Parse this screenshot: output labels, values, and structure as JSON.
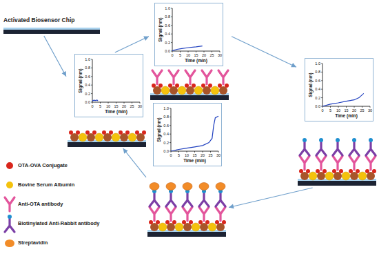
{
  "diagram": {
    "nodes": [
      {
        "text": [
          "Activated Biosensor Chip"
        ]
      },
      {
        "text": [
          "Signal (nm)",
          "Time (min)",
          "0.0",
          "0.2",
          "0.4",
          "0.6",
          "0.8",
          "1.0",
          "0",
          "5",
          "10",
          "15",
          "20",
          "25",
          "30"
        ]
      },
      {
        "text": [
          "Signal (nm)",
          "Time (min)",
          "0.0",
          "0.2",
          "0.4",
          "0.6",
          "0.8",
          "1.0",
          "0",
          "5",
          "10",
          "15",
          "20",
          "25",
          "30"
        ]
      },
      {
        "text": [
          "Signal (nm)",
          "Time (min)",
          "0.0",
          "0.2",
          "0.4",
          "0.6",
          "0.8",
          "1.0",
          "0",
          "5",
          "10",
          "15",
          "20",
          "25",
          "30"
        ]
      },
      {
        "text": [
          "Signal (nm)",
          "Time (min)",
          "0.0",
          "0.2",
          "0.4",
          "0.6",
          "0.8",
          "1.0",
          "0",
          "5",
          "10",
          "15",
          "20",
          "25",
          "30"
        ]
      }
    ],
    "edges": [
      {
        "from": 0,
        "to": 1,
        "arrow": "to"
      },
      {
        "from": 1,
        "to": 2,
        "arrow": "to"
      },
      {
        "from": 2,
        "to": 3,
        "arrow": "to"
      },
      {
        "from": 3,
        "to": 4,
        "arrow": "to"
      },
      {
        "from": 4,
        "to": 1,
        "arrow": "to"
      }
    ],
    "legend": [
      {
        "text": "OTA-OVA Conjugate",
        "color": "#d9261c"
      },
      {
        "text": "Bovine Serum Albumin",
        "color": "#f4c20d"
      },
      {
        "text": "Anti-OTA antibody"
      },
      {
        "text": "Biotinylated Anti-Rabbit antibody"
      },
      {
        "text": "Streptavidin",
        "color": "#f28c28"
      }
    ]
  }
}
